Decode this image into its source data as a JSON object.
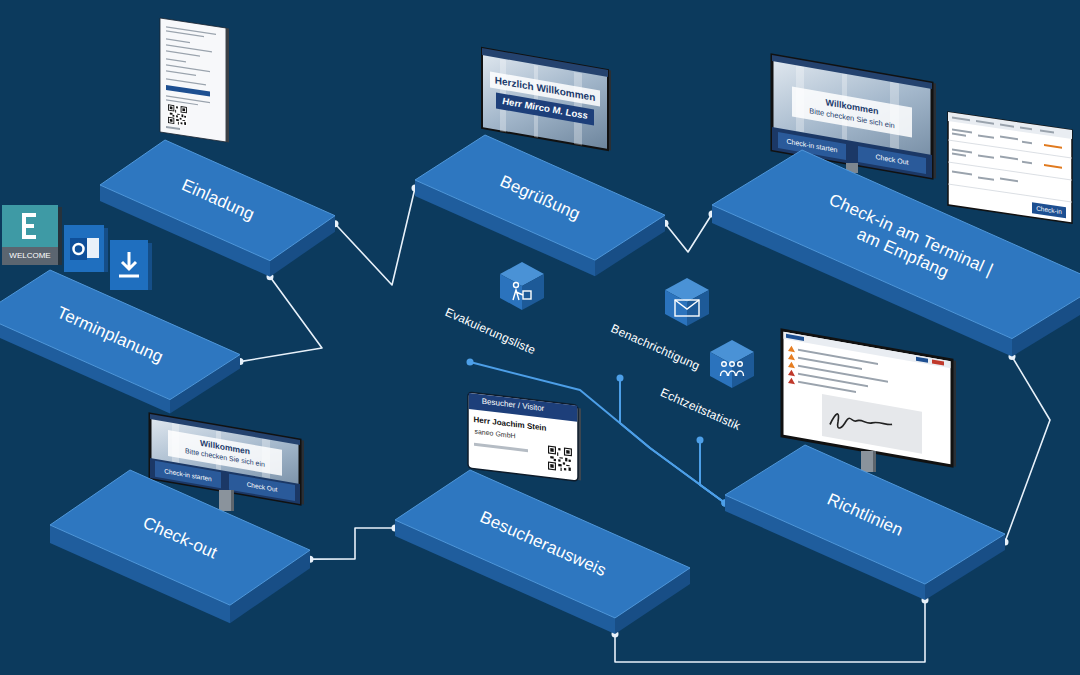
{
  "diagram": {
    "nodes": [
      {
        "text": [
          "Einladung"
        ]
      },
      {
        "text": [
          "Begrüßung"
        ]
      },
      {
        "text": [
          "Check-in am Terminal | am Empfang"
        ]
      },
      {
        "text": [
          "Terminplanung"
        ]
      },
      {
        "text": [
          "Evakuierungsliste"
        ]
      },
      {
        "text": [
          "Benachrichtigung"
        ]
      },
      {
        "text": [
          "Echtzeitstatistik"
        ]
      },
      {
        "text": [
          "Check-out"
        ]
      },
      {
        "text": [
          "Besucherausweis"
        ]
      },
      {
        "text": [
          "Richtlinien"
        ]
      }
    ],
    "edges": [
      {
        "from": 3,
        "to": 0,
        "arrow": "none"
      },
      {
        "from": 0,
        "to": 1,
        "arrow": "none"
      },
      {
        "from": 1,
        "to": 2,
        "arrow": "none"
      },
      {
        "from": 2,
        "to": 9,
        "arrow": "none"
      },
      {
        "from": 9,
        "to": 8,
        "arrow": "none"
      },
      {
        "from": 8,
        "to": 7,
        "arrow": "none"
      },
      {
        "from": 4,
        "to": 9,
        "arrow": "none"
      },
      {
        "from": 5,
        "to": 9,
        "arrow": "none"
      },
      {
        "from": 6,
        "to": 9,
        "arrow": "none"
      }
    ],
    "labels": [
      "Herzlich Willkommen",
      "Herr Mirco M. Loss",
      "Willkommen",
      "Bitte checken Sie sich ein",
      "Check-in starten",
      "Check Out",
      "Check-in",
      "WELCOME",
      "Willkommen",
      "Bitte checken Sie sich ein",
      "Check-in starten",
      "Check Out",
      "Besucher / Visitor",
      "Herr Joachim Stein",
      "saneo GmbH"
    ]
  }
}
